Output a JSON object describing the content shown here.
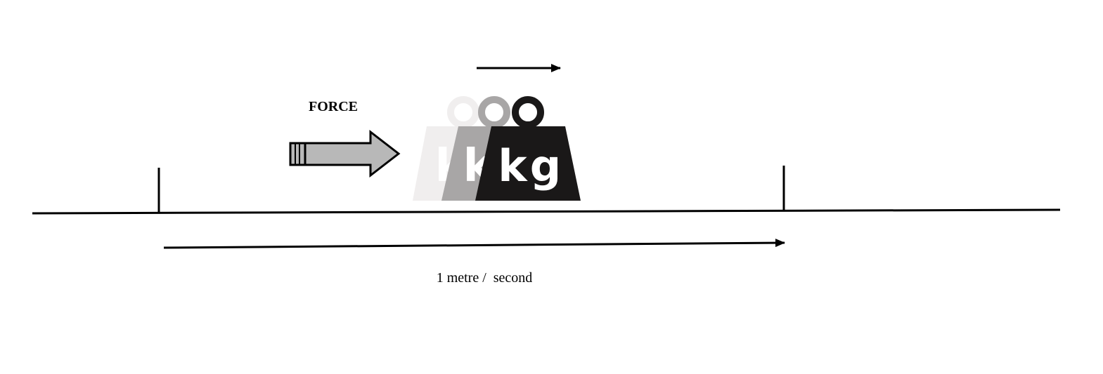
{
  "force_label": "FORCE",
  "speed_label": "1 metre /  second",
  "weight_letter_1": "k",
  "weight_letter_2": "g",
  "colors": {
    "ink": "#000000",
    "arrow_fill": "#b8b8b8",
    "weight_front": "#1a1818",
    "weight_middle": "#a8a6a6",
    "weight_back": "#f0eeee",
    "weight_text": "#ffffff"
  }
}
